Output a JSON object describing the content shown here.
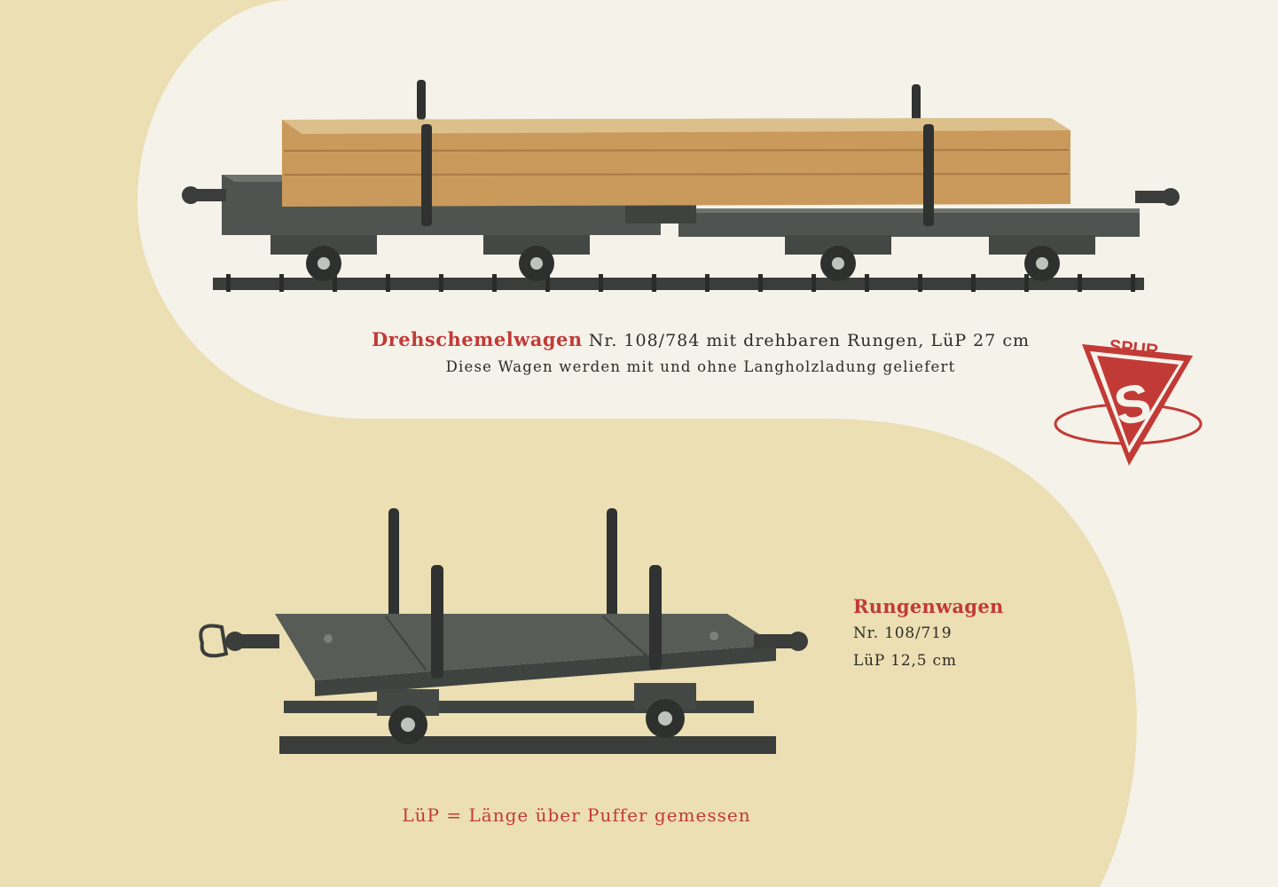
{
  "product1": {
    "name": "Drehschemelwagen",
    "details": "Nr. 108/784 mit drehbaren Rungen, LüP 27 cm",
    "note": "Diese Wagen werden mit und ohne Langholzladung geliefert"
  },
  "product2": {
    "name": "Rungenwagen",
    "number": "Nr. 108/719",
    "length": "LüP 12,5 cm"
  },
  "footnote": "LüP = Länge über Puffer gemessen",
  "logo": {
    "word": "SPUR",
    "letter": "S"
  },
  "colors": {
    "background": "#ebdfb3",
    "panel": "#f5f2ea",
    "accent": "#c23a36",
    "wagon": "#4f5450",
    "wood": "#c99a5c"
  }
}
